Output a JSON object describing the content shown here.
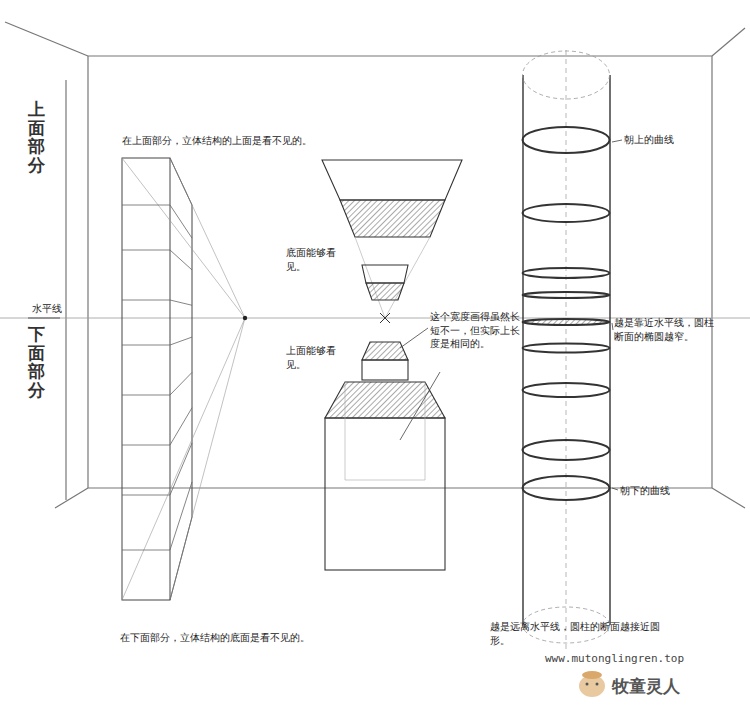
{
  "diagram": {
    "labels": [
      "上面部分",
      "在上面部分，立体结构的上面是看不见的。",
      "底面能够看见。",
      "水平线",
      "下面部分",
      "这个宽度画得虽然长短不一，但实际上长度是相同的。",
      "上面能够看见。",
      "朝上的曲线",
      "越是靠近水平线，圆柱断面的椭圆越窄。",
      "朝下的曲线",
      "在下面部分，立体结构的底面是看不见的。",
      "越是远离水平线，圆柱的断面越接近圆形。",
      "www.mutonglingren.top",
      "牧童灵人"
    ]
  }
}
